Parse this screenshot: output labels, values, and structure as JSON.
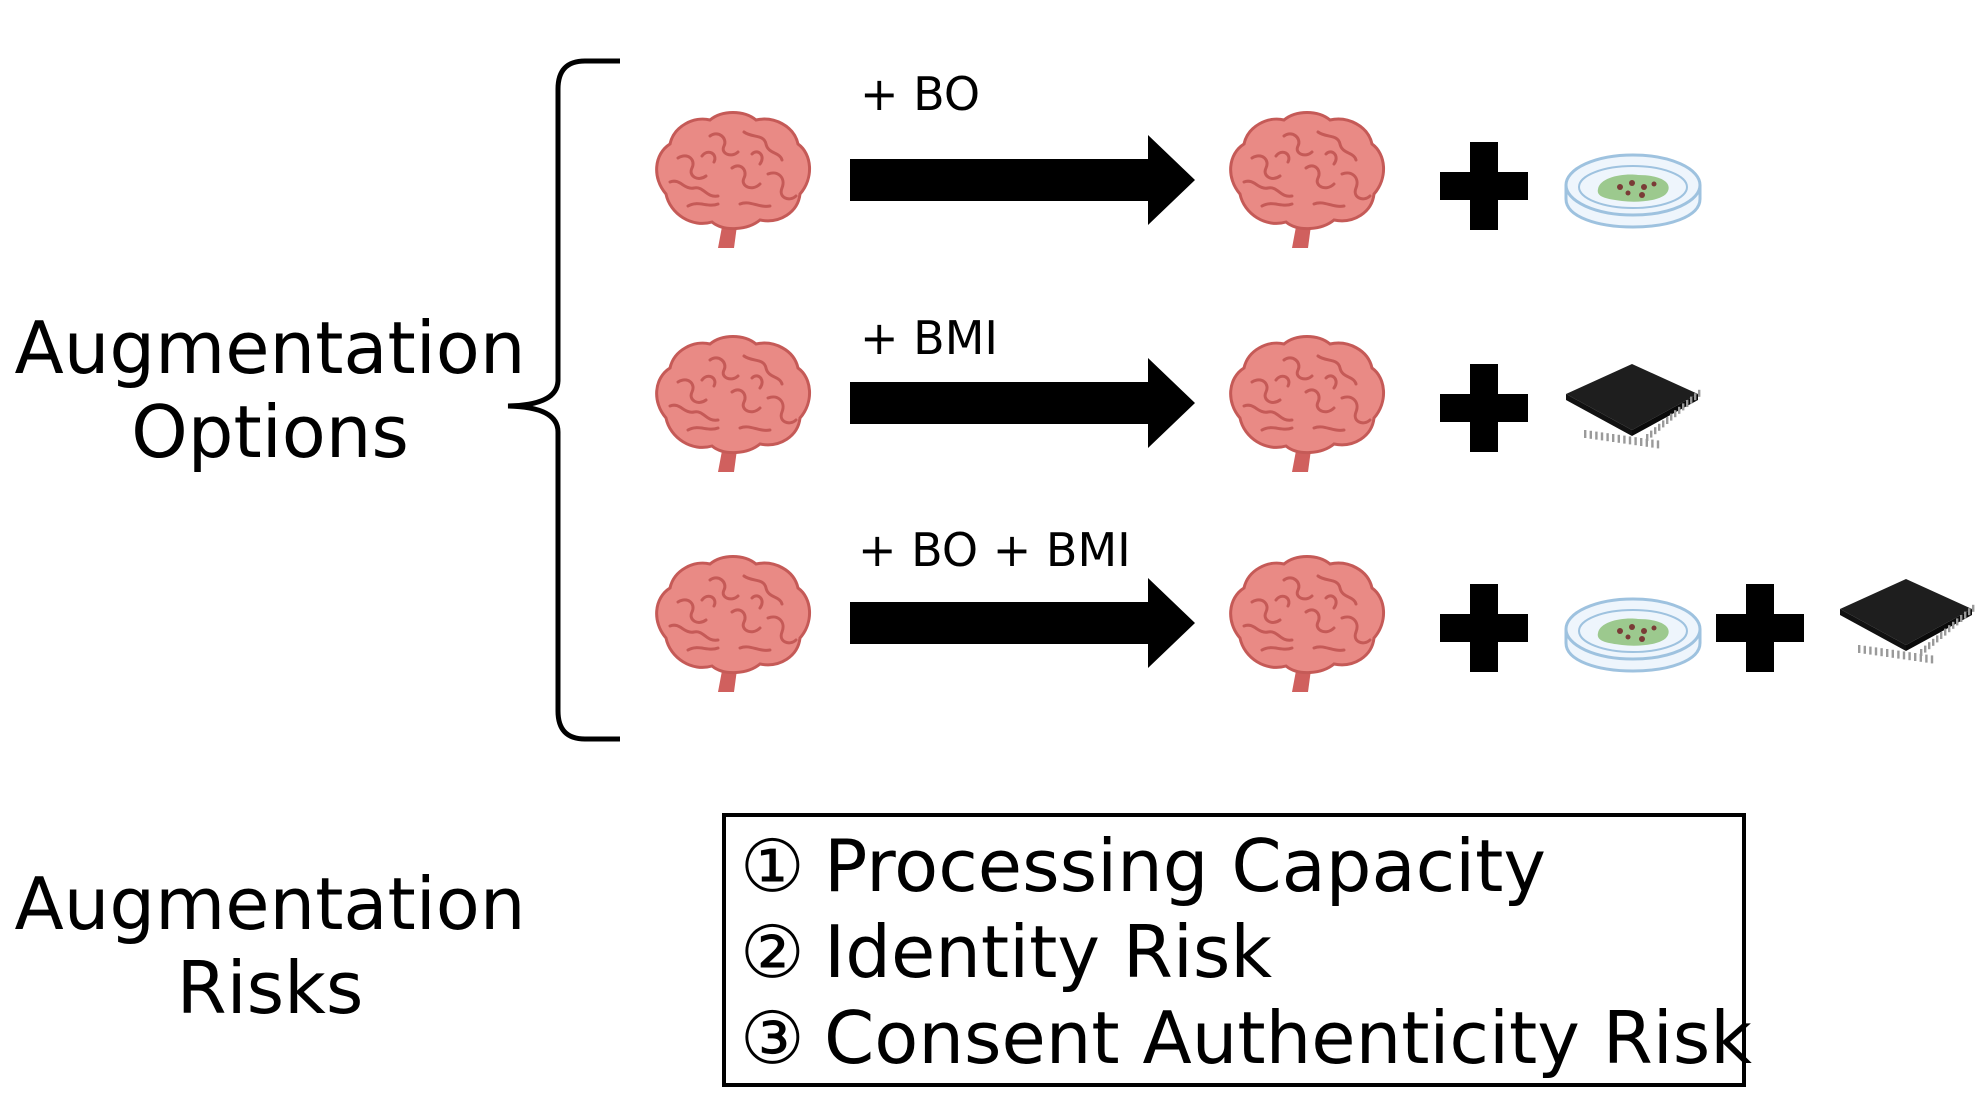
{
  "options_label": [
    "Augmentation",
    "Options"
  ],
  "risks_label": [
    "Augmentation",
    "Risks"
  ],
  "rows": [
    {
      "label": "+ BO",
      "addons": [
        "petri-dish"
      ]
    },
    {
      "label": "+ BMI",
      "addons": [
        "chip"
      ]
    },
    {
      "label": "+ BO + BMI",
      "addons": [
        "petri-dish",
        "chip"
      ]
    }
  ],
  "risks": [
    {
      "num": "①",
      "text": "Processing Capacity"
    },
    {
      "num": "②",
      "text": "Identity Risk"
    },
    {
      "num": "③",
      "text": "Consent Authenticity Risk"
    }
  ],
  "colors": {
    "brain_fill": "#E98A85",
    "brain_line": "#C55A57",
    "stem": "#D0605E",
    "dish_rim": "#9EC2DF",
    "dish_fill": "#EEF5FC",
    "culture": "#9CC98E",
    "chip": "#1E1E1E"
  },
  "icons": [
    "brain-icon",
    "arrow-icon",
    "plus-icon",
    "petri-dish-icon",
    "chip-icon"
  ]
}
